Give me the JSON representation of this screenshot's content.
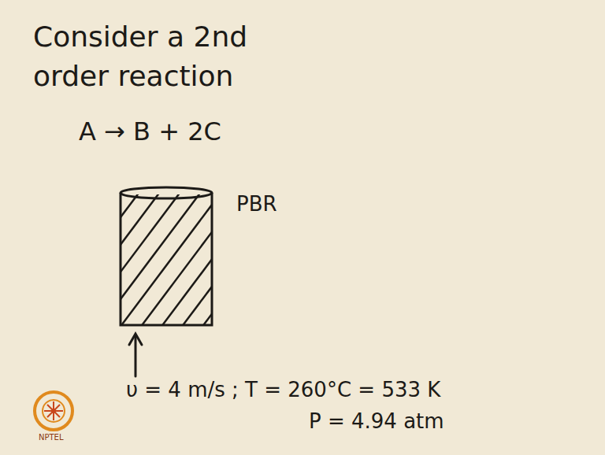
{
  "diagram": {
    "nodes": [
      {
        "text": [
          "PBR"
        ]
      }
    ],
    "labels": [
      "Consider a 2nd order reaction",
      "A → B + 2C",
      "υ = 4 m/s ; T = 260°C = 533 K",
      "P = 4.94 atm",
      "NPTEL"
    ]
  }
}
